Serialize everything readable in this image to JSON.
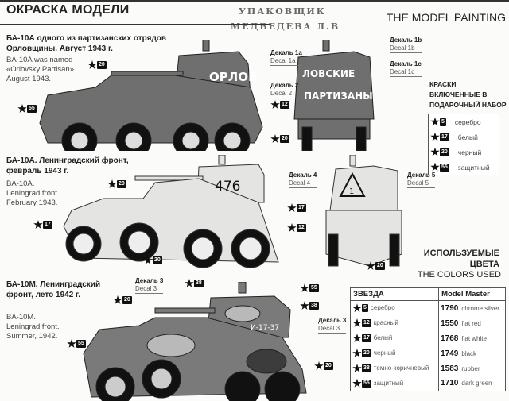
{
  "header": {
    "title_ru": "ОКРАСКА МОДЕЛИ",
    "title_en": "THE MODEL PAINTING",
    "stamp_line1": "УПАКОВЩИК",
    "stamp_line2": "МЕДВЕДЕВА Л.В"
  },
  "vehicles": [
    {
      "title_ru": "БА-10А одного из партизанских отрядов Орловщины. Август 1943 г.",
      "desc_en": [
        "BA-10A was named",
        "«Orlovsky Partisan».",
        "August 1943."
      ],
      "turret_text": "ОРЛОВ",
      "rear_text1": "ЛОВСКИЕ",
      "rear_text2": "ПАРТИЗАНЫ",
      "decals": [
        {
          "ru": "Декаль 1a",
          "en": "Decal 1a"
        },
        {
          "ru": "Декаль 1b",
          "en": "Decal 1b"
        },
        {
          "ru": "Декаль 1c",
          "en": "Decal 1c"
        },
        {
          "ru": "Декаль 2",
          "en": "Decal 2"
        }
      ],
      "stars": [
        "20",
        "55",
        "12",
        "20"
      ],
      "color": "#6f6f6f"
    },
    {
      "title_ru": "БА-10А. Ленинградский фронт, февраль 1943 г.",
      "desc_en": [
        "BA-10A.",
        "Leningrad front.",
        "February 1943."
      ],
      "turret_text": "476",
      "rear_text1": "1",
      "decals": [
        {
          "ru": "Декаль 4",
          "en": "Decal 4"
        },
        {
          "ru": "Декаль 5",
          "en": "Decal 5"
        }
      ],
      "stars": [
        "20",
        "17",
        "20",
        "17",
        "12",
        "20"
      ],
      "color": "#e4e4e2"
    },
    {
      "title_ru": "БА-10М. Ленинградский фронт, лето 1942 г.",
      "desc_en": [
        "BA-10M.",
        "Leningrad front.",
        "Summer, 1942."
      ],
      "turret_text": "И-17-37",
      "decals": [
        {
          "ru": "Декаль 3",
          "en": "Decal 3"
        },
        {
          "ru": "Декаль 3",
          "en": "Decal 3"
        }
      ],
      "stars": [
        "38",
        "20",
        "55",
        "38",
        "55",
        "20"
      ],
      "color": "#7a7a7a"
    }
  ],
  "kit": {
    "title": [
      "КРАСКИ",
      "ВКЛЮЧЕННЫЕ В",
      "ПОДАРОЧНЫЙ НАБОР"
    ],
    "items": [
      {
        "star": "5",
        "name": "серебро"
      },
      {
        "star": "17",
        "name": "белый"
      },
      {
        "star": "20",
        "name": "черный"
      },
      {
        "star": "55",
        "name": "защитный"
      }
    ]
  },
  "colors_used": {
    "title_ru": [
      "ИСПОЛЬЗУЕМЫЕ",
      "ЦВЕТА"
    ],
    "title_en": "THE COLORS USED",
    "col1": "ЗВЕЗДА",
    "col2": "Model Master",
    "rows": [
      {
        "star": "5",
        "ru": "серебро",
        "code": "1790",
        "en": "chrome silver"
      },
      {
        "star": "12",
        "ru": "красный",
        "code": "1550",
        "en": "flat red"
      },
      {
        "star": "17",
        "ru": "белый",
        "code": "1768",
        "en": "flat white"
      },
      {
        "star": "20",
        "ru": "черный",
        "code": "1749",
        "en": "black"
      },
      {
        "star": "38",
        "ru": "темно-коричневый",
        "code": "1583",
        "en": "rubber"
      },
      {
        "star": "55",
        "ru": "защитный",
        "code": "1710",
        "en": "dark green"
      }
    ]
  }
}
